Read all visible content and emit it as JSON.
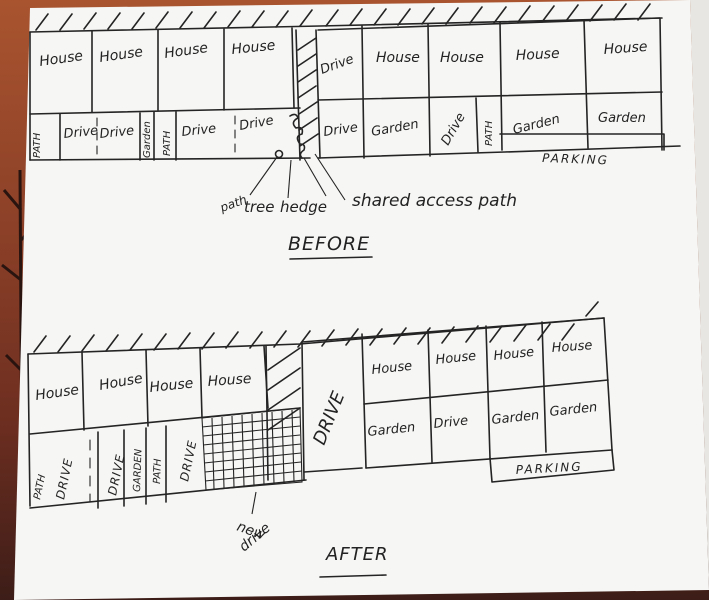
{
  "before": {
    "title": "BEFORE",
    "top_row": [
      "House",
      "House",
      "House",
      "House",
      "Drive",
      "House",
      "House",
      "House",
      "House"
    ],
    "bottom_row_left": [
      "PATH",
      "Drive",
      "Drive",
      "Garden",
      "PATH",
      "Drive",
      "Drive"
    ],
    "bottom_row_right": [
      "Drive",
      "Garden",
      "Drive",
      "PATH",
      "Garden",
      "Garden"
    ],
    "parking": "PARKING",
    "callouts": {
      "path": "path",
      "tree": "tree",
      "hedge": "hedge",
      "shared_access": "shared access path"
    }
  },
  "after": {
    "title": "AFTER",
    "top_row_left": [
      "House",
      "House",
      "House",
      "House"
    ],
    "drive_big": "DRIVE",
    "top_row_right": [
      "House",
      "House",
      "House",
      "House"
    ],
    "bottom_row_left": [
      "PATH",
      "DRIVE",
      "DRIVE",
      "GARDEN",
      "PATH",
      "DRIVE"
    ],
    "bottom_row_right": [
      "Garden",
      "Drive",
      "Garden",
      "Garden"
    ],
    "parking": "PARKING",
    "callouts": {
      "new_drive": [
        "new",
        "drive"
      ]
    }
  },
  "colors": {
    "ink": "#242424",
    "paper": "#f6f6f4",
    "background": "#8a3f27"
  }
}
